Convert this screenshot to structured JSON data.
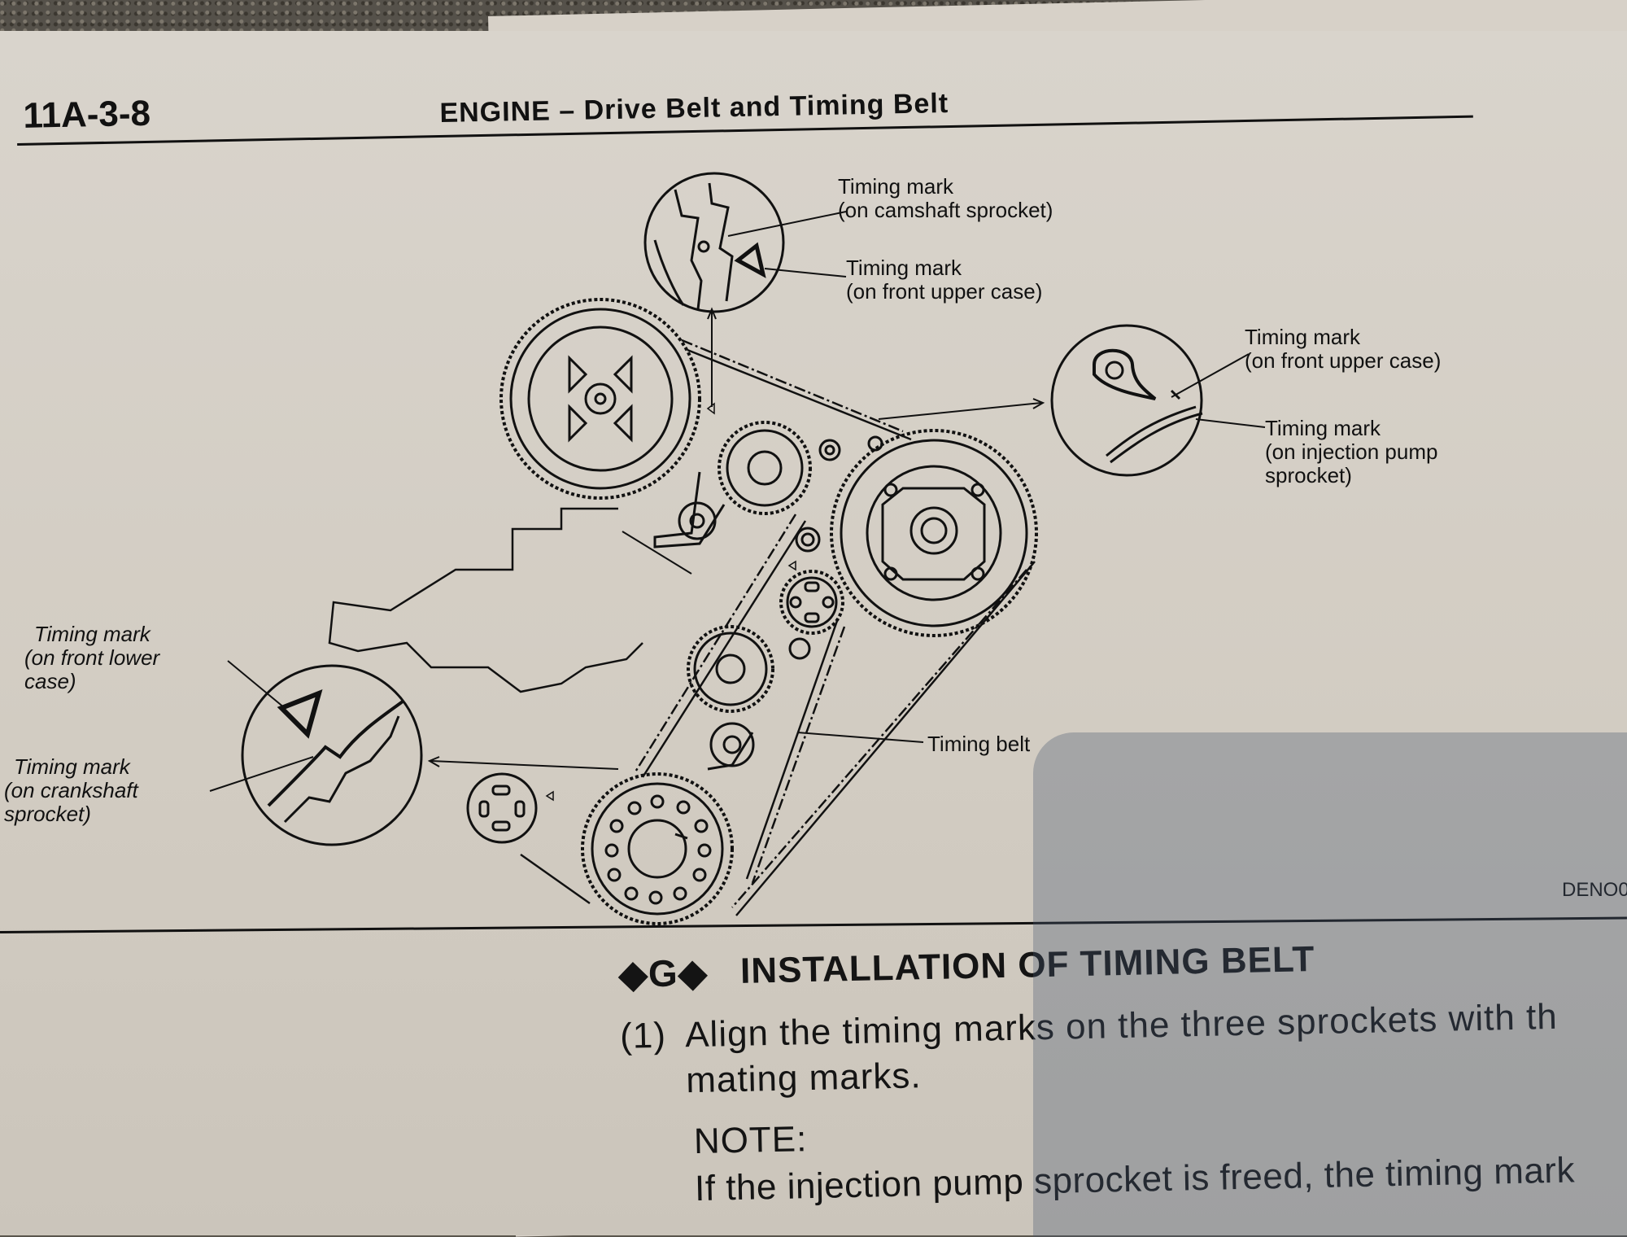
{
  "header": {
    "page_number": "11A-3-8",
    "section_title": "ENGINE – Drive Belt and Timing Belt"
  },
  "diagram": {
    "callouts": {
      "camshaft_sprocket": [
        "Timing mark",
        "(on camshaft sprocket)"
      ],
      "front_upper_case_top": [
        "Timing mark",
        "(on front upper case)"
      ],
      "front_upper_case_right": [
        "Timing mark",
        "(on front upper case)"
      ],
      "injection_pump_sprocket": [
        "Timing mark",
        "(on injection pump",
        "sprocket)"
      ],
      "front_lower_case": [
        "Timing mark",
        "(on front lower",
        "case)"
      ],
      "crankshaft_sprocket": [
        "Timing mark",
        "(on crankshaft",
        "sprocket)"
      ],
      "timing_belt": "Timing belt"
    },
    "code": "DENO0"
  },
  "section": {
    "symbol": "◆G◆",
    "heading": "INSTALLATION OF TIMING BELT",
    "step_number": "(1)",
    "step_line1": "Align the timing marks on the three sprockets with th",
    "step_line2": "mating marks.",
    "note_label": "NOTE:",
    "note_text": "If the injection pump sprocket is freed, the timing mark"
  }
}
